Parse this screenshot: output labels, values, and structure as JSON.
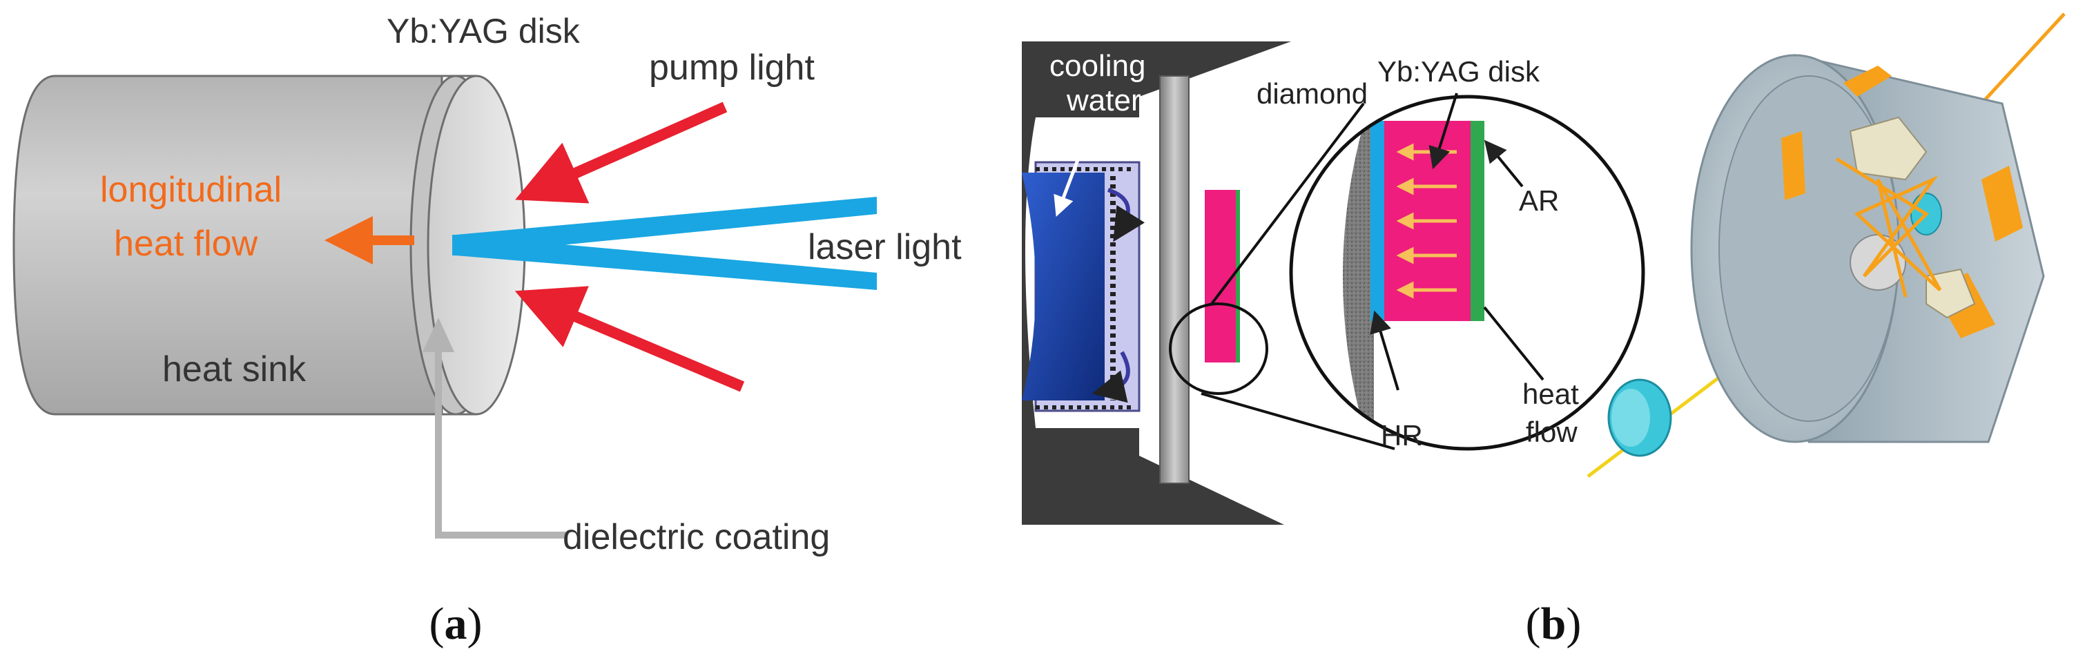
{
  "panel_a": {
    "disk_label": "Yb:YAG disk",
    "pump_label": "pump light",
    "laser_label": "laser light",
    "heat_flow_line1": "longitudinal",
    "heat_flow_line2": "heat flow",
    "heat_sink_label": "heat sink",
    "coating_label": "dielectric coating",
    "caption_open": "(",
    "caption_letter": "a",
    "caption_close": ")"
  },
  "panel_b": {
    "cooling_line1": "cooling",
    "cooling_line2": "water",
    "diamond_label": "diamond",
    "disk_label": "Yb:YAG disk",
    "ar_label": "AR",
    "hr_label": "HR",
    "heat_line1": "heat",
    "heat_line2": "flow",
    "caption_open": "(",
    "caption_letter": "b",
    "caption_close": ")"
  },
  "colors": {
    "pump": "#e8202f",
    "laser": "#1aa6e2",
    "heat": "#f26a1b",
    "disk_magenta": "#ee1d7e",
    "ar_green": "#2fa84f",
    "water_blue": "#1a3c9e",
    "dark_gray": "#3b3b3b",
    "beam_yellow": "#f2d21a",
    "beam_orange": "#f7a11a",
    "optic_cyan": "#3cc6da"
  },
  "icons": [
    "arrow-icon",
    "cylinder-icon",
    "disk-module-icon"
  ]
}
